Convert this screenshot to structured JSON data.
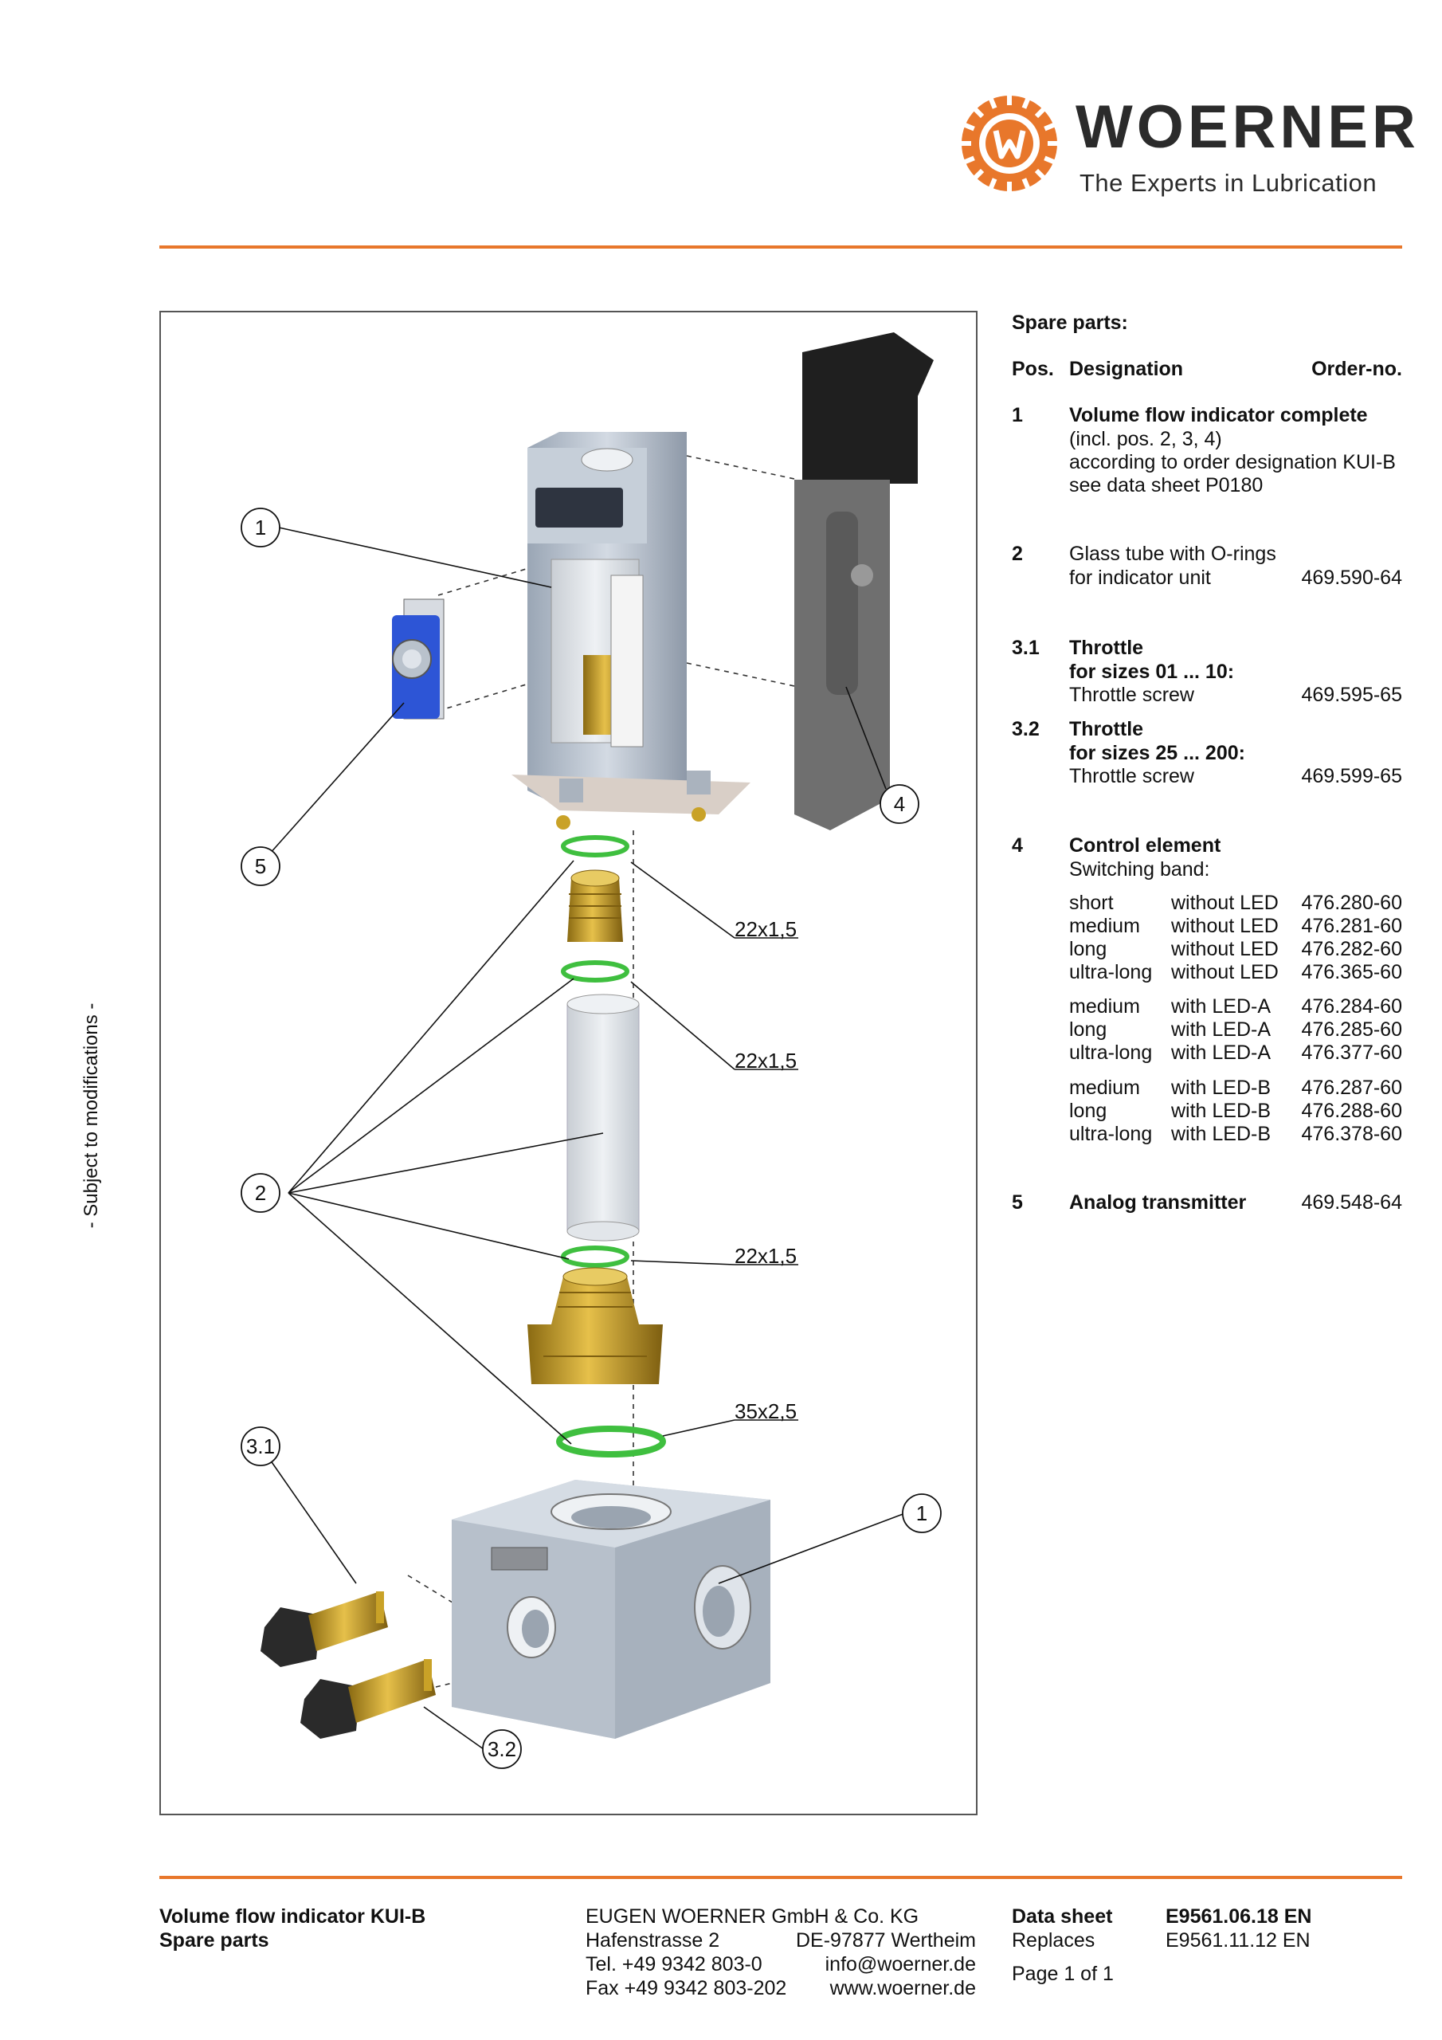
{
  "brand": {
    "name": "WOERNER",
    "tagline": "The Experts in Lubrication",
    "colors": {
      "accent": "#e8772b",
      "ring_green": "#3fbf3f",
      "brass": "#c9a227",
      "steel": "#b8c2cf"
    }
  },
  "side_note": "- Subject to modifications -",
  "drawing": {
    "callouts": [
      "1",
      "5",
      "2",
      "4",
      "3.1",
      "1",
      "3.2"
    ],
    "oring_labels": [
      "22x1,5",
      "22x1,5",
      "22x1,5",
      "35x2,5"
    ]
  },
  "spare_parts": {
    "title": "Spare parts:",
    "headers": {
      "pos": "Pos.",
      "designation": "Designation",
      "order": "Order-no."
    },
    "items": [
      {
        "pos": "1",
        "title": "Volume flow indicator complete",
        "lines": [
          "(incl. pos. 2, 3, 4)",
          "according to order designation KUI-B",
          "see data sheet P0180"
        ]
      },
      {
        "pos": "2",
        "line1": "Glass tube with O-rings",
        "line2": "for indicator unit",
        "order": "469.590-64"
      },
      {
        "pos": "3.1",
        "title": "Throttle",
        "subtitle": "for sizes 01 ... 10:",
        "line": "Throttle screw",
        "order": "469.595-65"
      },
      {
        "pos": "3.2",
        "title": "Throttle",
        "subtitle": "for sizes 25 ... 200:",
        "line": "Throttle screw",
        "order": "469.599-65"
      },
      {
        "pos": "4",
        "title": "Control element",
        "subtitle": "Switching band:",
        "rows": [
          {
            "size": "short",
            "led": "without LED",
            "order": "476.280-60"
          },
          {
            "size": "medium",
            "led": "without LED",
            "order": "476.281-60"
          },
          {
            "size": "long",
            "led": "without LED",
            "order": "476.282-60"
          },
          {
            "size": "ultra-long",
            "led": "without LED",
            "order": "476.365-60"
          },
          {
            "size": "medium",
            "led": "with LED-A",
            "order": "476.284-60"
          },
          {
            "size": "long",
            "led": "with LED-A",
            "order": "476.285-60"
          },
          {
            "size": "ultra-long",
            "led": "with LED-A",
            "order": "476.377-60"
          },
          {
            "size": "medium",
            "led": "with LED-B",
            "order": "476.287-60"
          },
          {
            "size": "long",
            "led": "with LED-B",
            "order": "476.288-60"
          },
          {
            "size": "ultra-long",
            "led": "with LED-B",
            "order": "476.378-60"
          }
        ]
      },
      {
        "pos": "5",
        "title": "Analog transmitter",
        "order": "469.548-64"
      }
    ]
  },
  "footer": {
    "product_line1": "Volume flow indicator   KUI-B",
    "product_line2": "Spare parts",
    "company": "EUGEN  WOERNER   GmbH  &  Co. KG",
    "street": "Hafenstrasse  2",
    "city": "DE-97877  Wertheim",
    "tel": "Tel.  +49 9342 803-0",
    "email": "info@woerner.de",
    "fax": "Fax +49 9342 803-202",
    "web": "www.woerner.de",
    "sheet_label": "Data sheet",
    "sheet_no": "E9561.06.18 EN",
    "replaces_label": "Replaces",
    "replaces_no": "E9561.11.12 EN",
    "page": "Page 1 of 1"
  }
}
